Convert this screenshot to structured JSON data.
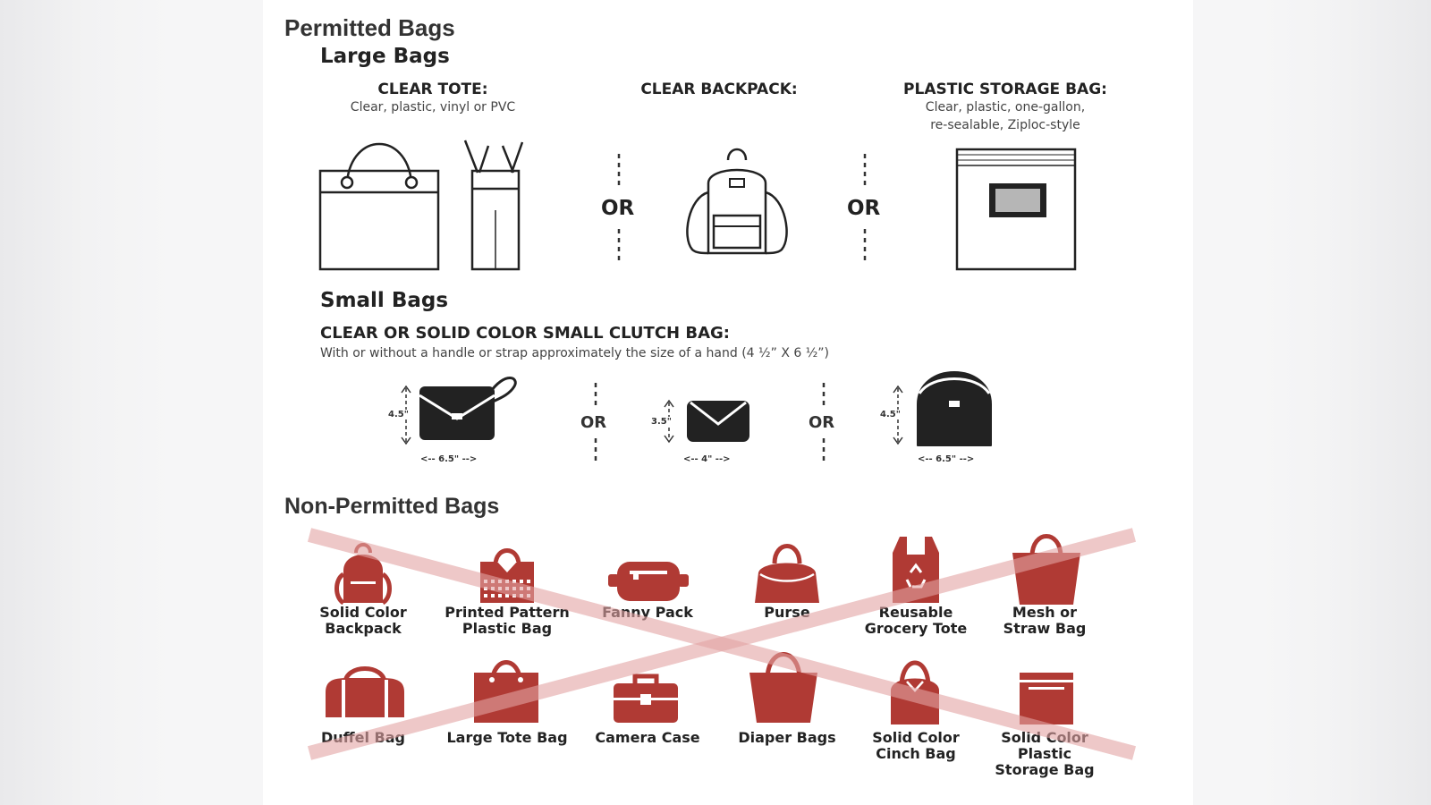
{
  "permitted": {
    "title": "Permitted Bags",
    "large": {
      "title": "Large Bags",
      "clear_tote": {
        "label": "CLEAR TOTE:",
        "desc": "Clear, plastic, vinyl or PVC"
      },
      "clear_backpack": {
        "label": "CLEAR BACKPACK:"
      },
      "plastic_storage": {
        "label": "PLASTIC STORAGE BAG:",
        "desc1": "Clear, plastic, one-gallon,",
        "desc2": "re-sealable, Ziploc-style"
      },
      "or": "OR"
    },
    "small": {
      "title": "Small Bags",
      "clutch_label": "CLEAR OR SOLID COLOR SMALL CLUTCH BAG:",
      "clutch_desc": "With or without a handle or strap approximately the size of a hand (4 ½” X 6 ½”)",
      "or": "OR",
      "bags": [
        {
          "height": "4.5\"",
          "width": "<-- 6.5\" -->"
        },
        {
          "height": "3.5\"",
          "width": "<-- 4\" -->"
        },
        {
          "height": "4.5\"",
          "width": "<-- 6.5\" -->"
        }
      ]
    }
  },
  "non_permitted": {
    "title": "Non-Permitted Bags",
    "row1": [
      {
        "l1": "Solid Color",
        "l2": "Backpack"
      },
      {
        "l1": "Printed Pattern",
        "l2": "Plastic Bag"
      },
      {
        "l1": "Fanny Pack",
        "l2": ""
      },
      {
        "l1": "Purse",
        "l2": ""
      },
      {
        "l1": "Reusable",
        "l2": "Grocery Tote"
      },
      {
        "l1": "Mesh or",
        "l2": "Straw Bag"
      }
    ],
    "row2": [
      {
        "l1": "Duffel Bag",
        "l2": ""
      },
      {
        "l1": "Large Tote Bag",
        "l2": ""
      },
      {
        "l1": "Camera Case",
        "l2": ""
      },
      {
        "l1": "Diaper Bags",
        "l2": ""
      },
      {
        "l1": "Solid Color",
        "l2": "Cinch Bag"
      },
      {
        "l1": "Solid Color Plastic",
        "l2": "Storage Bag"
      }
    ]
  },
  "colors": {
    "bag_red": "#b03a34",
    "cross": "#e5a7a7",
    "ink": "#222222"
  }
}
